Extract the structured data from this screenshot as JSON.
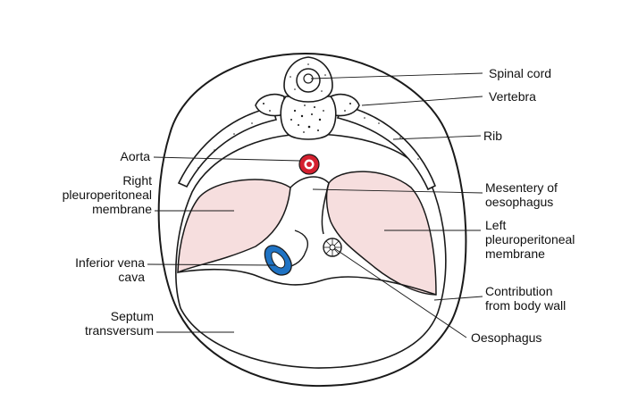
{
  "labels": {
    "spinal_cord": "Spinal cord",
    "vertebra": "Vertebra",
    "rib": "Rib",
    "aorta": "Aorta",
    "right_pp": "Right\npleuroperitoneal\nmembrane",
    "mesentery": "Mesentery of\noesophagus",
    "left_pp": "Left\npleuroperitoneal\nmembrane",
    "ivc": "Inferior vena\ncava",
    "body_wall": "Contribution\nfrom body wall",
    "septum": "Septum\ntransversum",
    "oesophagus": "Oesophagus"
  },
  "colors": {
    "membrane_fill": "#f6dede",
    "aorta": "#d4202f",
    "ivc": "#1f73c4",
    "outline": "#1a1a1a"
  }
}
